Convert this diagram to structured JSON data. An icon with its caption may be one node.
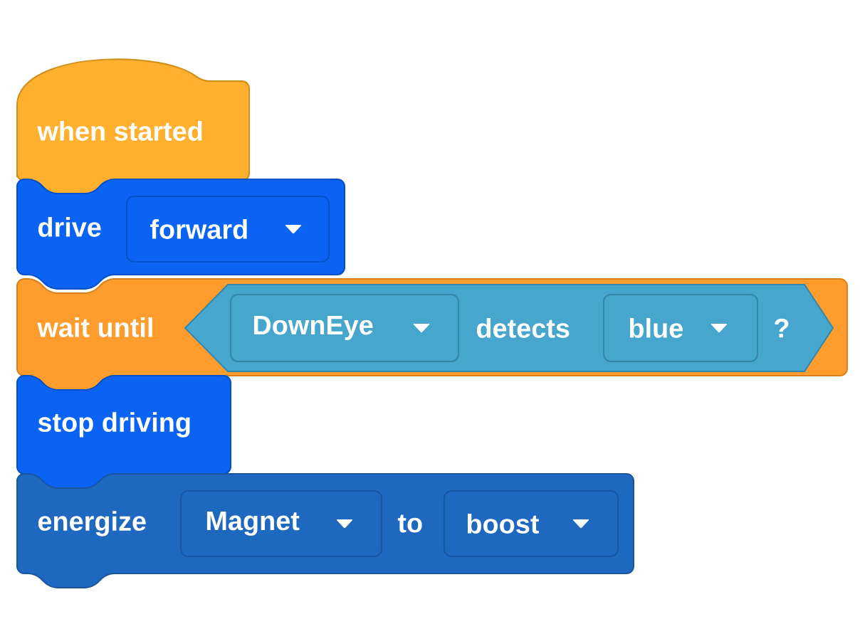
{
  "diagram": {
    "nodes": [
      {
        "text": [
          "when started"
        ]
      },
      {
        "text": [
          "drive"
        ]
      },
      {
        "text": [
          "forward"
        ],
        "in": 1
      },
      {
        "text": [
          "wait until"
        ]
      },
      {
        "text": [
          "detects",
          "?"
        ],
        "in": 3
      },
      {
        "text": [
          "DownEye"
        ],
        "in": 4
      },
      {
        "text": [
          "blue"
        ],
        "in": 4
      },
      {
        "text": [
          "stop driving"
        ]
      },
      {
        "text": [
          "energize",
          "to"
        ]
      },
      {
        "text": [
          "Magnet"
        ],
        "in": 8
      },
      {
        "text": [
          "boost"
        ],
        "in": 8
      }
    ]
  }
}
